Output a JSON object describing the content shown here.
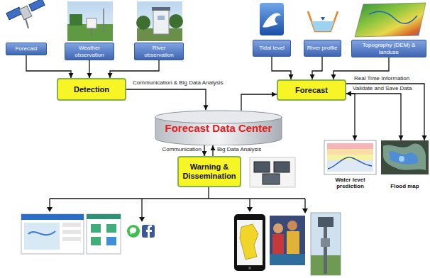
{
  "diagram": {
    "nodes": [
      {
        "text": [
          "Forecast"
        ]
      },
      {
        "text": [
          "Weather observation"
        ]
      },
      {
        "text": [
          "River observation"
        ]
      },
      {
        "text": [
          "Tidal level"
        ]
      },
      {
        "text": [
          "River profile"
        ]
      },
      {
        "text": [
          "Topography (DEM) & landuse"
        ]
      },
      {
        "text": [
          "Detection"
        ]
      },
      {
        "text": [
          "Forecast"
        ]
      },
      {
        "text": [
          "Forecast Data Center"
        ]
      },
      {
        "text": [
          "Water level prediction"
        ]
      },
      {
        "text": [
          "Flood map"
        ]
      },
      {
        "text": [
          "Warning & Dissemination"
        ]
      }
    ],
    "edges": [
      {
        "from": 0,
        "to": 6,
        "arrow": "to"
      },
      {
        "from": 1,
        "to": 6,
        "arrow": "to"
      },
      {
        "from": 2,
        "to": 6,
        "arrow": "to"
      },
      {
        "from": 3,
        "to": 7,
        "arrow": "to"
      },
      {
        "from": 4,
        "to": 7,
        "arrow": "to"
      },
      {
        "from": 5,
        "to": 7,
        "arrow": "to"
      },
      {
        "from": 6,
        "to": 8,
        "label": "Communication & Big Data Analysis",
        "arrow": "to"
      },
      {
        "from": 8,
        "to": 7,
        "arrow": "to"
      },
      {
        "from": 7,
        "to": 10,
        "label": "Real Time Information",
        "arrow": "to"
      },
      {
        "from": 7,
        "to": 9,
        "label": "Validate and Save Data",
        "arrow": "both"
      },
      {
        "from": 7,
        "to": 10,
        "arrow": "both"
      },
      {
        "from": 8,
        "to": 11,
        "label": "Communication",
        "arrow": "to"
      },
      {
        "from": 11,
        "to": 8,
        "label": "Big Data Analysis",
        "arrow": "to"
      }
    ]
  }
}
